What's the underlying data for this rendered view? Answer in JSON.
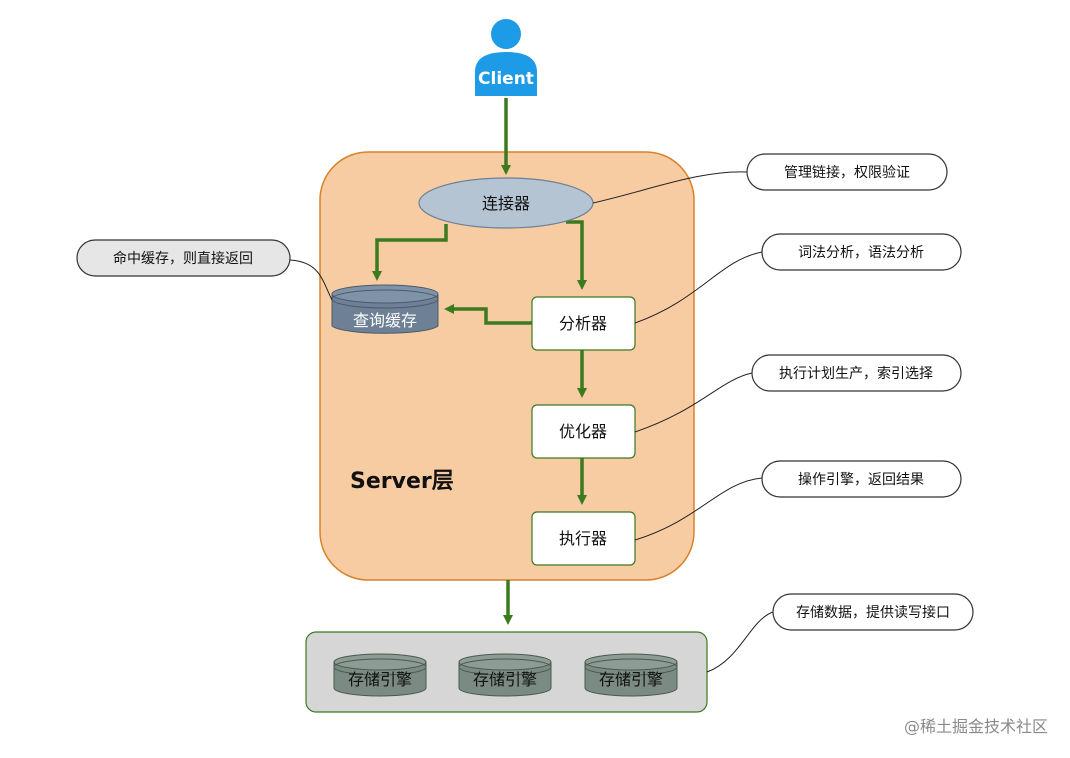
{
  "client": {
    "label": "Client"
  },
  "server_layer": {
    "label": "Server层"
  },
  "components": {
    "connector": "连接器",
    "query_cache": "查询缓存",
    "analyzer": "分析器",
    "optimizer": "优化器",
    "executor": "执行器"
  },
  "storage": {
    "engines": [
      "存储引擎",
      "存储引擎",
      "存储引擎"
    ]
  },
  "callouts": {
    "connector": "管理链接，权限验证",
    "cache": "命中缓存，则直接返回",
    "analyzer": "词法分析，语法分析",
    "optimizer": "执行计划生产，索引选择",
    "executor": "操作引擎，返回结果",
    "storage": "存储数据，提供读写接口"
  },
  "watermark": "@稀土掘金技术社区",
  "colors": {
    "server_fill": "#f8cca3",
    "server_stroke": "#d9822b",
    "arrow": "#3b7a1e",
    "connector_fill": "#b5c4d3",
    "cylinder_fill": "#6d8095",
    "storage_fill": "#d6d6d6",
    "storage_stroke": "#3b7a1e",
    "client_fill": "#1d9be6",
    "callout_fill": "#ffffff",
    "cache_callout_fill": "#e6e6e6"
  }
}
